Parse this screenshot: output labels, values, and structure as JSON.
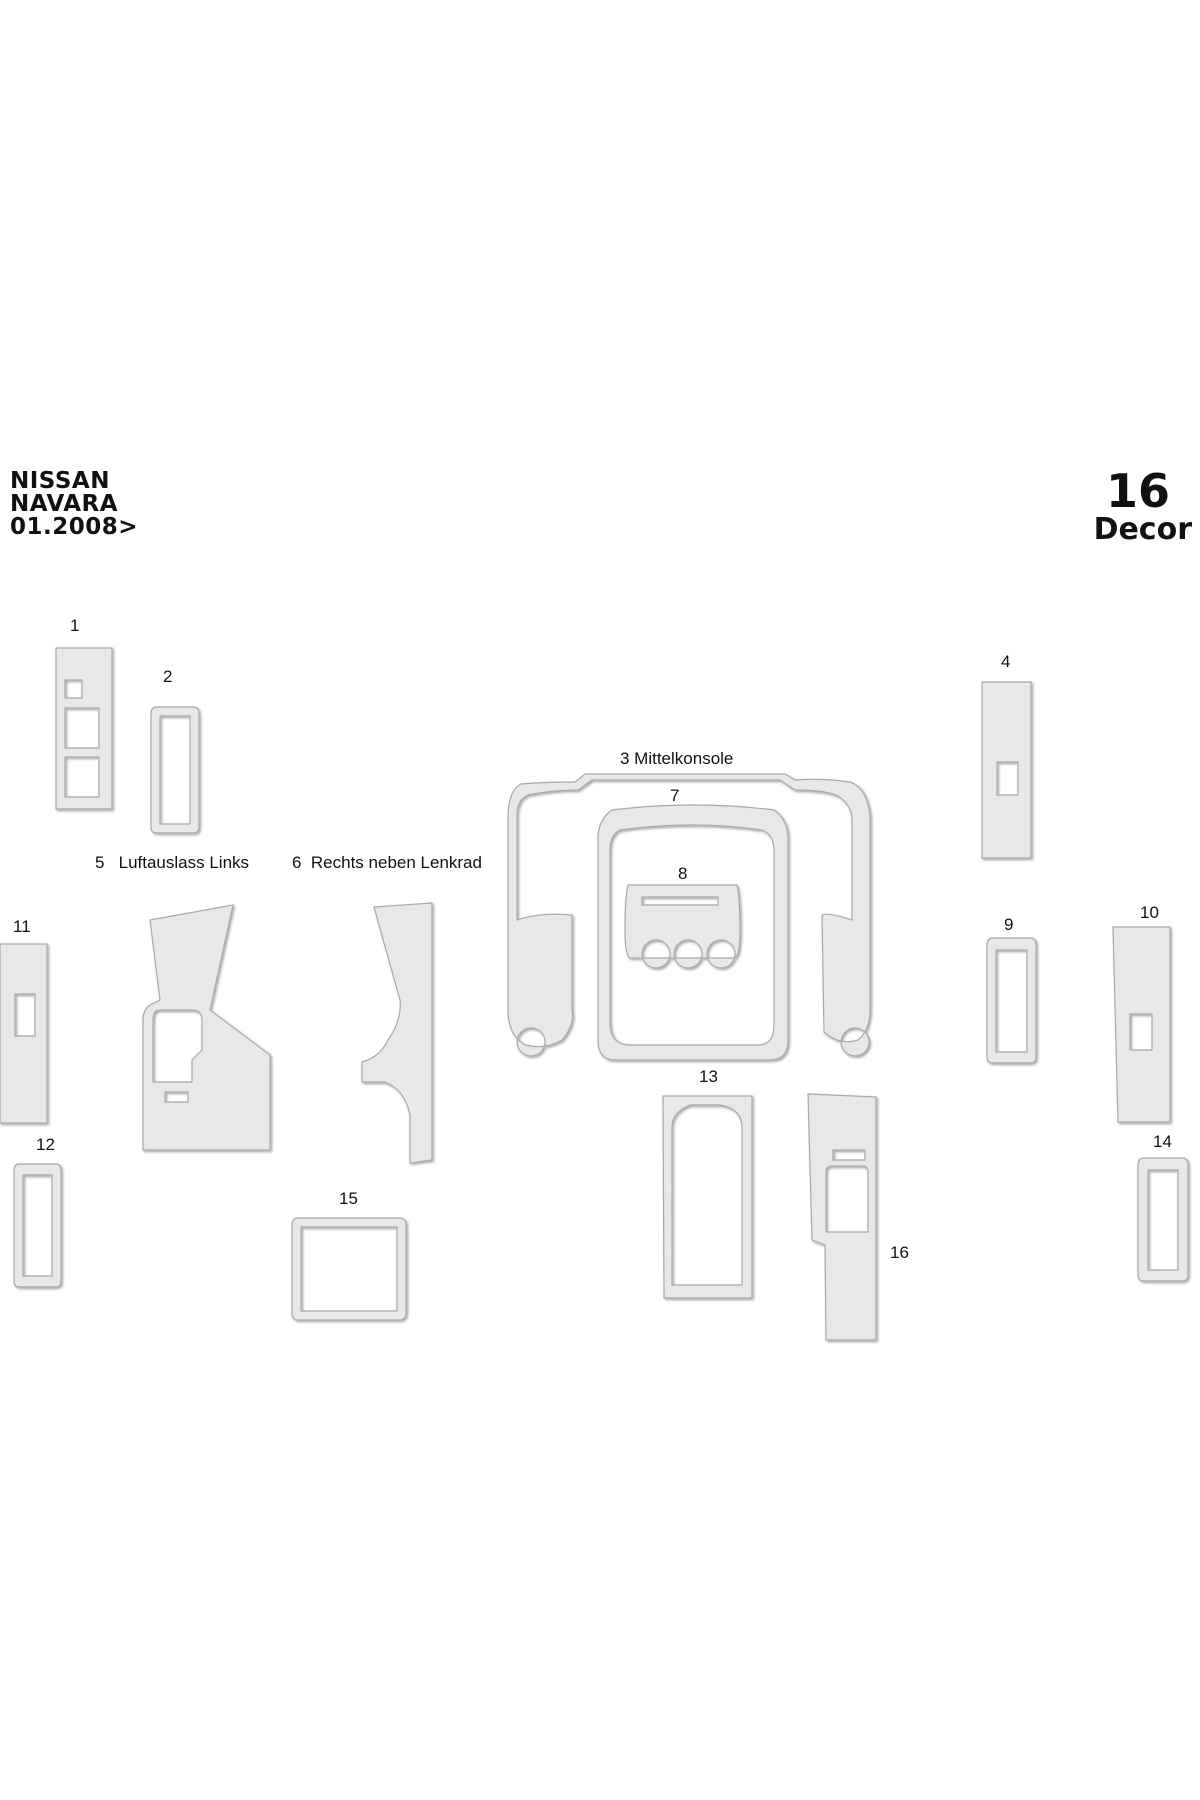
{
  "header": {
    "brand": "NISSAN",
    "model": "NAVARA",
    "year": "01.2008>"
  },
  "set": {
    "count": "16",
    "word": "Decor"
  },
  "labels": {
    "p1": "1",
    "p2": "2",
    "p3": "3 Mittelkonsole",
    "p4": "4",
    "p5": "5   Luftauslass Links",
    "p6": "6  Rechts neben Lenkrad",
    "p7": "7",
    "p8": "8",
    "p9": "9",
    "p10": "10",
    "p11": "11",
    "p12": "12",
    "p13": "13",
    "p14": "14",
    "p15": "15",
    "p16": "16"
  },
  "colors": {
    "part_fill": "#e8e8e8",
    "part_edge": "#a9a9a9"
  }
}
